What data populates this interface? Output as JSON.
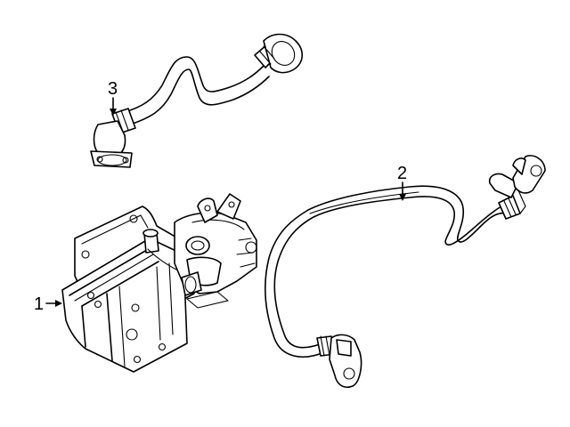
{
  "callouts": [
    {
      "number": "1",
      "part": "oil-cooler"
    },
    {
      "number": "2",
      "part": "lower-hose"
    },
    {
      "number": "3",
      "part": "upper-hose"
    }
  ],
  "colors": {
    "line": "#000000",
    "background": "#ffffff"
  }
}
